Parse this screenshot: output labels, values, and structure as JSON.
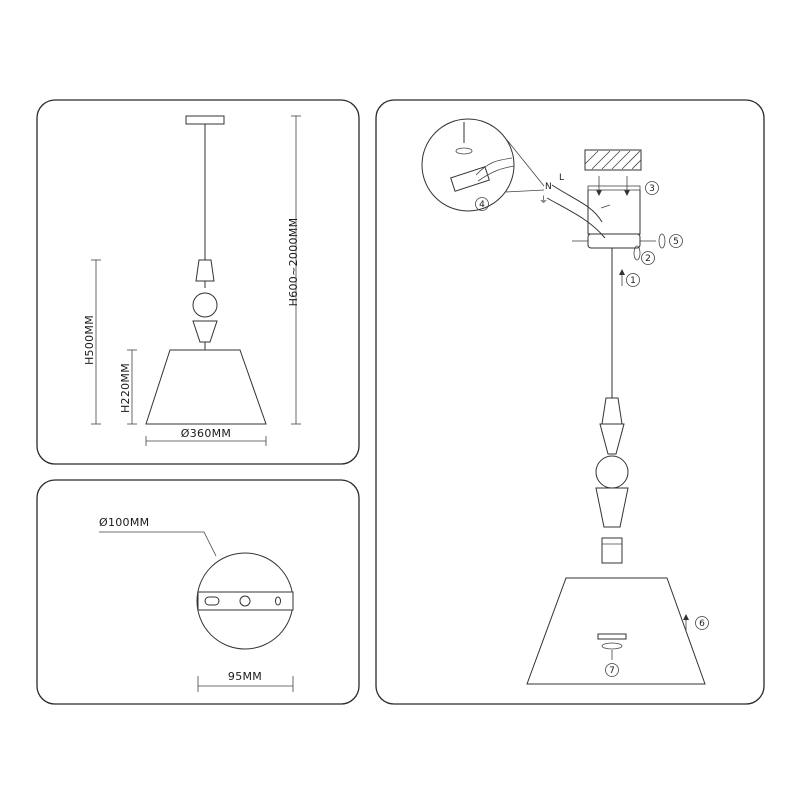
{
  "dimensions": {
    "height_total": "H600~2000MM",
    "height_body": "H500MM",
    "height_shade": "H220MM",
    "diameter_shade": "Ø360MM",
    "diameter_canopy": "Ø100MM",
    "canopy_width": "95MM"
  },
  "wiring": {
    "neutral": "N",
    "live": "L",
    "earth": "⏚"
  },
  "steps": [
    "1",
    "2",
    "3",
    "4",
    "5",
    "6",
    "7"
  ]
}
